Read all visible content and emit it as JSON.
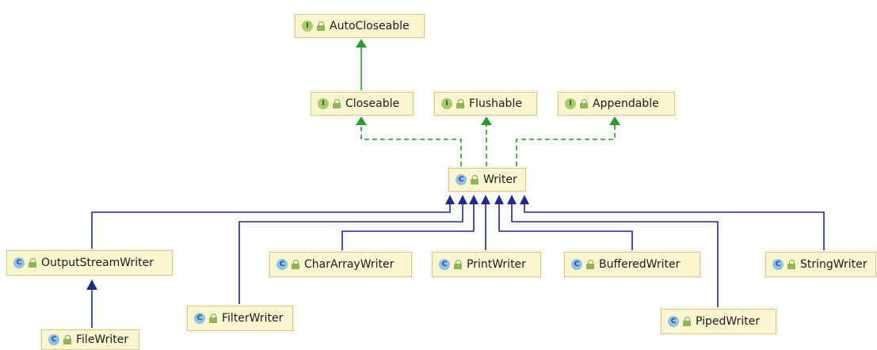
{
  "nodes": {
    "autocloseable": {
      "label": "AutoCloseable",
      "kind": "interface",
      "badge": "I"
    },
    "closeable": {
      "label": "Closeable",
      "kind": "interface",
      "badge": "I"
    },
    "flushable": {
      "label": "Flushable",
      "kind": "interface",
      "badge": "I"
    },
    "appendable": {
      "label": "Appendable",
      "kind": "interface",
      "badge": "I"
    },
    "writer": {
      "label": "Writer",
      "kind": "class",
      "badge": "C"
    },
    "outputstreamwriter": {
      "label": "OutputStreamWriter",
      "kind": "class",
      "badge": "C"
    },
    "filewriter": {
      "label": "FileWriter",
      "kind": "class",
      "badge": "C"
    },
    "filterwriter": {
      "label": "FilterWriter",
      "kind": "class",
      "badge": "C"
    },
    "chararraywriter": {
      "label": "CharArrayWriter",
      "kind": "class",
      "badge": "C"
    },
    "printwriter": {
      "label": "PrintWriter",
      "kind": "class",
      "badge": "C"
    },
    "bufferedwriter": {
      "label": "BufferedWriter",
      "kind": "class",
      "badge": "C"
    },
    "pipedwriter": {
      "label": "PipedWriter",
      "kind": "class",
      "badge": "C"
    },
    "stringwriter": {
      "label": "StringWriter",
      "kind": "class",
      "badge": "C"
    }
  },
  "edges": [
    {
      "from": "closeable",
      "to": "autocloseable",
      "type": "interface-extends"
    },
    {
      "from": "writer",
      "to": "closeable",
      "type": "implements"
    },
    {
      "from": "writer",
      "to": "flushable",
      "type": "implements"
    },
    {
      "from": "writer",
      "to": "appendable",
      "type": "implements"
    },
    {
      "from": "outputstreamwriter",
      "to": "writer",
      "type": "extends"
    },
    {
      "from": "filterwriter",
      "to": "writer",
      "type": "extends"
    },
    {
      "from": "chararraywriter",
      "to": "writer",
      "type": "extends"
    },
    {
      "from": "printwriter",
      "to": "writer",
      "type": "extends"
    },
    {
      "from": "bufferedwriter",
      "to": "writer",
      "type": "extends"
    },
    {
      "from": "pipedwriter",
      "to": "writer",
      "type": "extends"
    },
    {
      "from": "stringwriter",
      "to": "writer",
      "type": "extends"
    },
    {
      "from": "filewriter",
      "to": "outputstreamwriter",
      "type": "extends"
    }
  ],
  "colors": {
    "interface_edge": "#2e9a2e",
    "class_edge": "#1f2a8a",
    "node_fill": "#fbf6cf",
    "interface_badge": "#a6cc6e",
    "class_badge": "#8fc1e8"
  }
}
